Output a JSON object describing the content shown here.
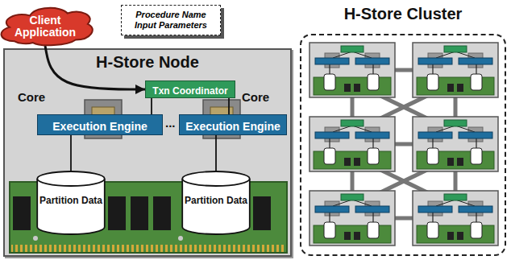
{
  "diagram": {
    "nodes": [
      {
        "text": [
          "Client Application"
        ]
      },
      {
        "text": [
          "Procedure Name Input Parameters"
        ]
      },
      {
        "text": [
          "H-Store Node"
        ]
      },
      {
        "text": [
          "Txn Coordinator"
        ],
        "in": 2
      },
      {
        "text": [
          "Execution Engine"
        ],
        "in": 2
      },
      {
        "text": [
          "Execution Engine"
        ],
        "in": 2
      },
      {
        "text": [
          "Partition Data"
        ],
        "in": 2
      },
      {
        "text": [
          "Partition Data"
        ],
        "in": 2
      },
      {
        "text": [
          "H-Store Cluster"
        ]
      }
    ],
    "edges": [
      {
        "from": 0,
        "to": 3,
        "arrow": "to"
      },
      {
        "from": 3,
        "to": 4,
        "arrow": "none"
      },
      {
        "from": 3,
        "to": 5,
        "arrow": "none"
      },
      {
        "from": 4,
        "to": 6,
        "arrow": "none"
      },
      {
        "from": 5,
        "to": 7,
        "arrow": "none"
      }
    ],
    "labels": [
      "Core",
      "Core",
      "..."
    ]
  }
}
